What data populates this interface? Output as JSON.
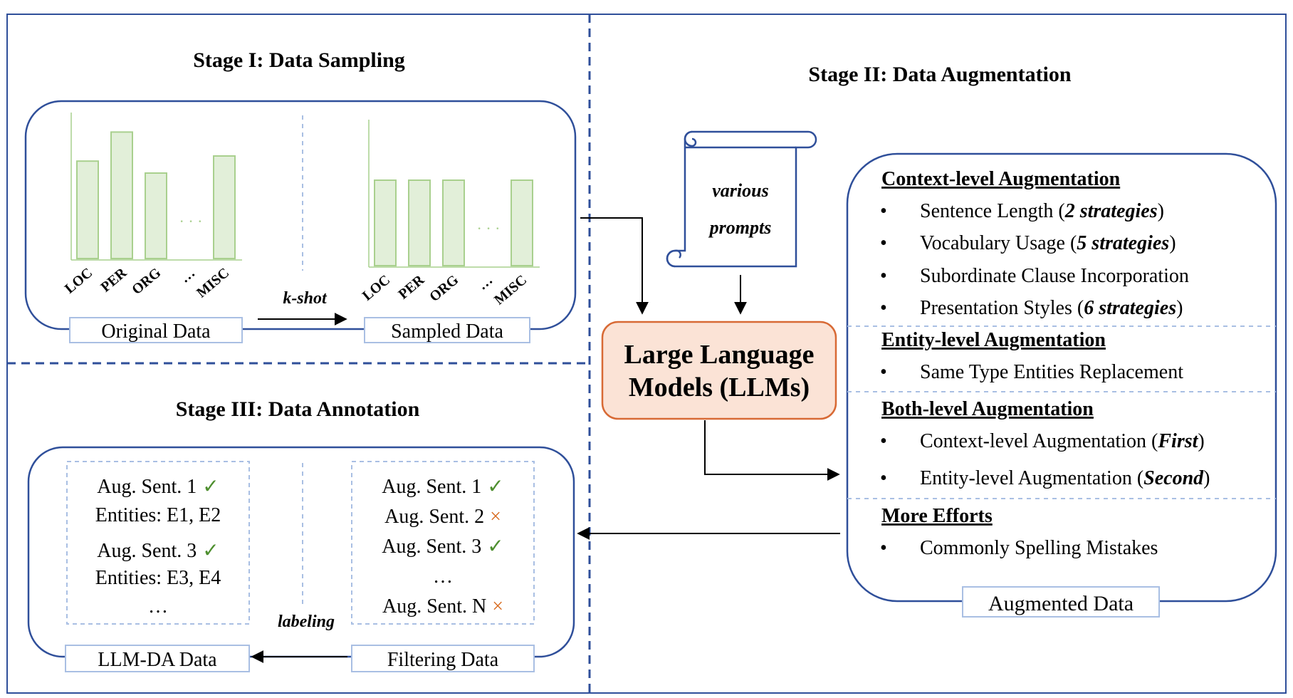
{
  "stage1": {
    "title": "Stage I: Data Sampling",
    "original_chart": {
      "categories": [
        "LOC",
        "PER",
        "ORG",
        "…",
        "MISC"
      ],
      "values": [
        5.7,
        7.4,
        5.0,
        null,
        6.0
      ],
      "ellipsis": "· · ·"
    },
    "sampled_chart": {
      "categories": [
        "LOC",
        "PER",
        "ORG",
        "…",
        "MISC"
      ],
      "values": [
        5.0,
        5.0,
        5.0,
        null,
        5.0
      ],
      "ellipsis": "· · ·"
    },
    "original_label": "Original Data",
    "sampled_label": "Sampled Data",
    "arrow_label": "k-shot"
  },
  "stage2": {
    "title": "Stage II: Data Augmentation",
    "scroll_line1": "various",
    "scroll_line2": "prompts",
    "llm_line1": "Large Language",
    "llm_line2": "Models (LLMs)",
    "sections": [
      {
        "heading": "Context-level Augmentation",
        "items": [
          {
            "text": "Sentence Length (",
            "em": "2 strategies",
            "tail": ")"
          },
          {
            "text": "Vocabulary Usage (",
            "em": "5 strategies",
            "tail": ")"
          },
          {
            "text": "Subordinate Clause Incorporation",
            "em": "",
            "tail": ""
          },
          {
            "text": "Presentation Styles (",
            "em": "6 strategies",
            "tail": ")"
          }
        ]
      },
      {
        "heading": "Entity-level Augmentation",
        "items": [
          {
            "text": "Same Type Entities Replacement",
            "em": "",
            "tail": ""
          }
        ]
      },
      {
        "heading": "Both-level Augmentation",
        "items": [
          {
            "text": "Context-level Augmentation (",
            "em": "First",
            "tail": ")"
          },
          {
            "text": "Entity-level Augmentation (",
            "em": "Second",
            "tail": ")"
          }
        ]
      },
      {
        "heading": "More Efforts",
        "items": [
          {
            "text": "Commonly Spelling Mistakes",
            "em": "",
            "tail": ""
          }
        ]
      }
    ],
    "bullet": "•",
    "augmented_label": "Augmented Data"
  },
  "stage3": {
    "title": "Stage III: Data Annotation",
    "left_list": [
      {
        "text": "Aug. Sent. 1",
        "mark": "✓"
      },
      {
        "text": "Entities: E1, E2",
        "mark": ""
      },
      {
        "text": "Aug. Sent. 3",
        "mark": "✓"
      },
      {
        "text": "Entities: E3, E4",
        "mark": ""
      },
      {
        "text": "…",
        "mark": ""
      }
    ],
    "right_list": [
      {
        "text": "Aug. Sent. 1",
        "mark": "✓"
      },
      {
        "text": "Aug. Sent. 2",
        "mark": "×"
      },
      {
        "text": "Aug. Sent. 3",
        "mark": "✓"
      },
      {
        "text": "…",
        "mark": ""
      },
      {
        "text": "Aug. Sent. N",
        "mark": "×"
      }
    ],
    "llmda_label": "LLM-DA Data",
    "filtering_label": "Filtering Data",
    "arrow_label": "labeling"
  },
  "colors": {
    "frame": "#2f4f9a",
    "bar_fill": "#e2efd9",
    "bar_stroke": "#a9d08e",
    "llm_fill": "#fbe3d6",
    "llm_stroke": "#d86a35",
    "label_box": "#a9bfe3",
    "check": "#4e8f2f",
    "cross": "#d86a1e"
  }
}
